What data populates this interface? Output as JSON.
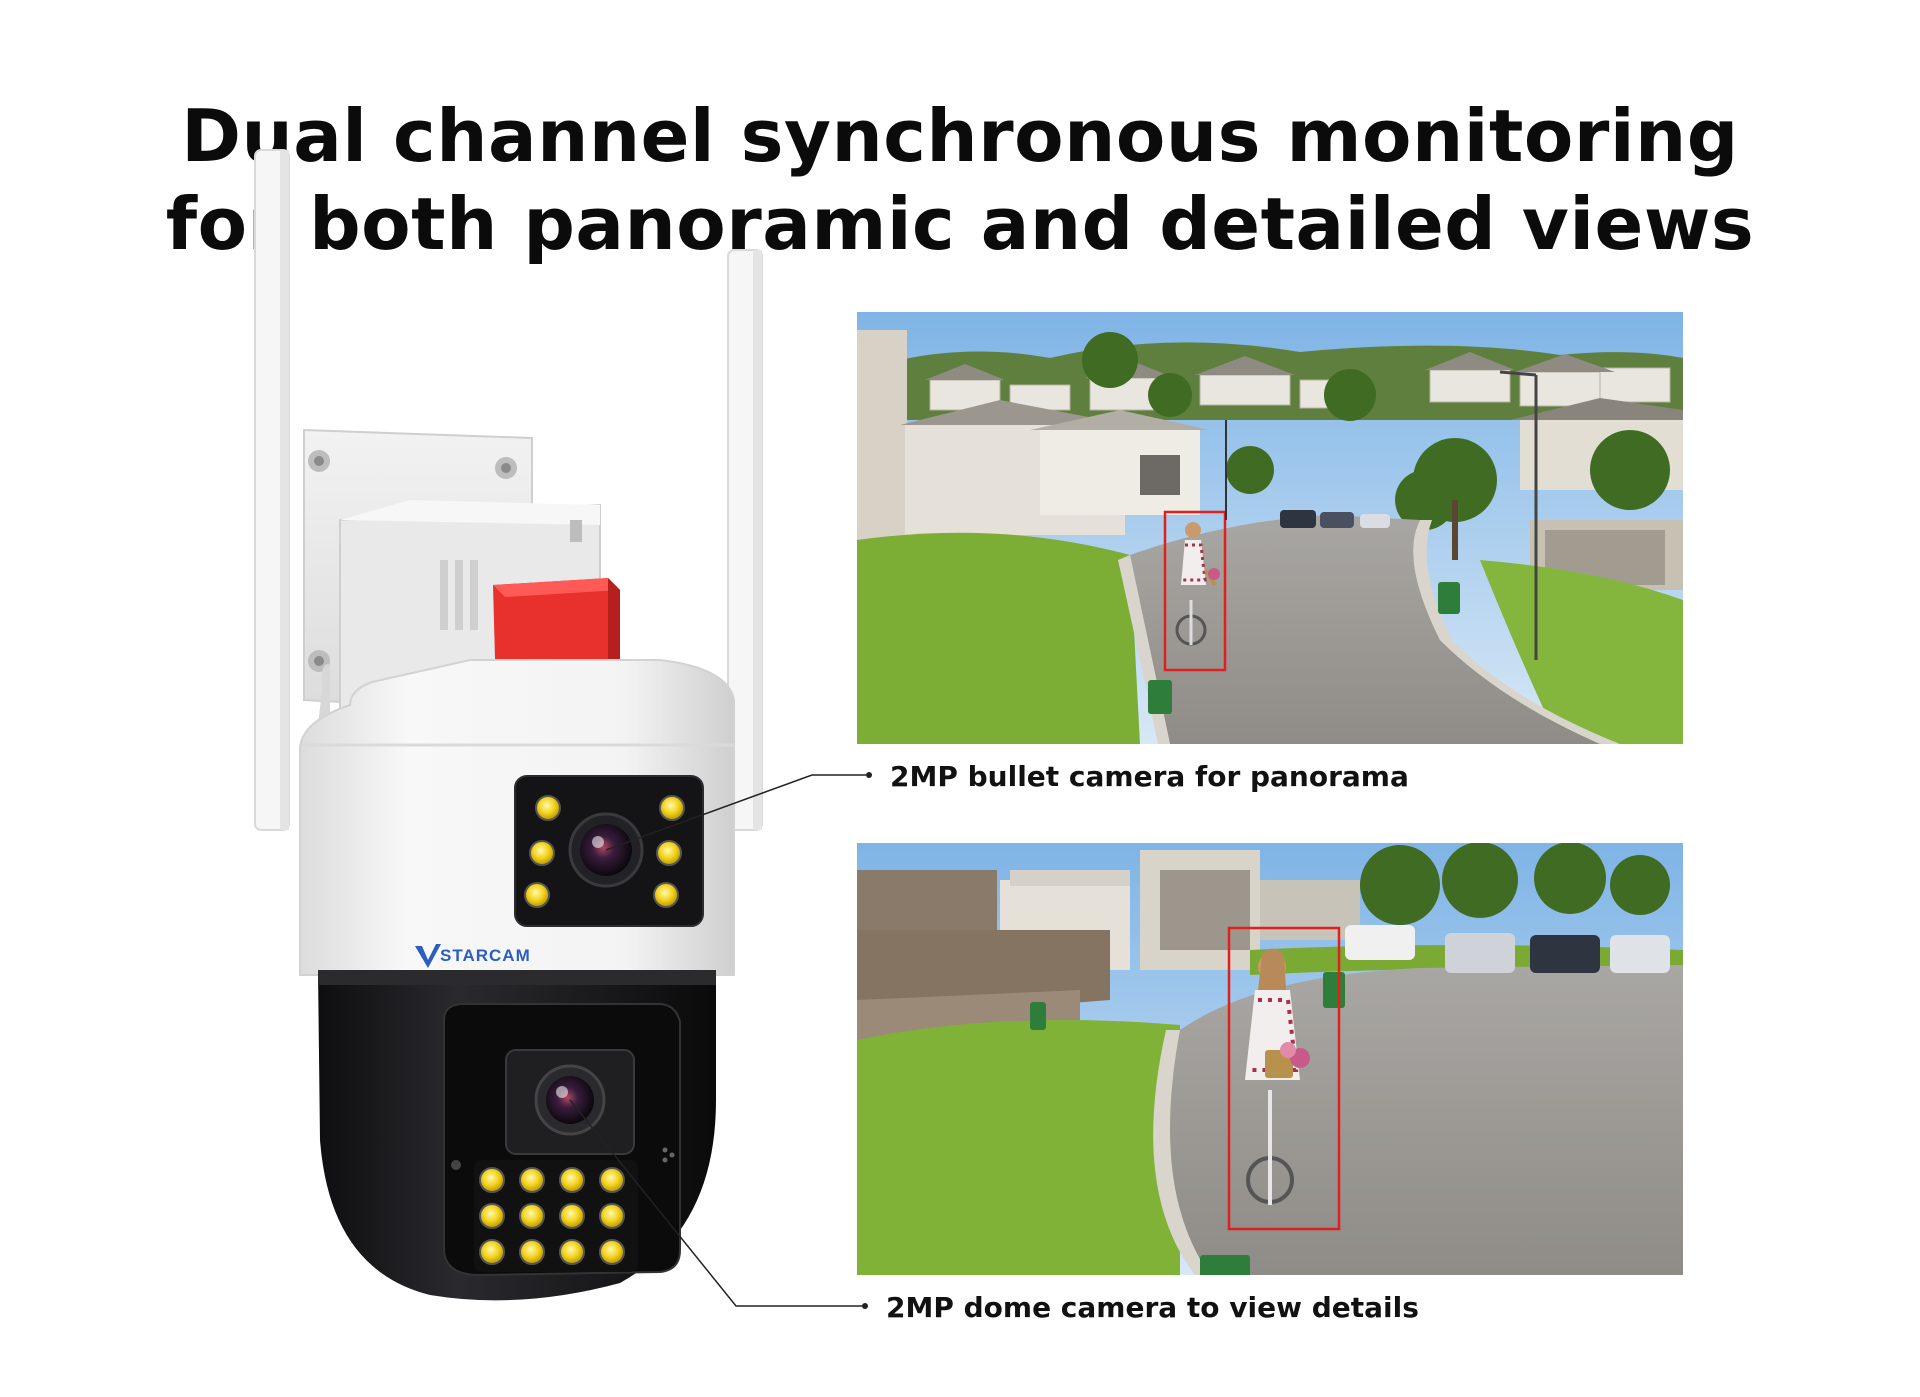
{
  "headline": {
    "line1": "Dual channel synchronous monitoring",
    "line2": "for both panoramic and detailed views"
  },
  "brand": {
    "logo_text": "STARCAM",
    "logo_mark": "V"
  },
  "callouts": {
    "bullet_camera": "2MP bullet camera for panorama",
    "dome_camera": "2MP dome camera to view details"
  },
  "colors": {
    "detection_box": "#e0201f",
    "mount_clip": "#e8302d",
    "camera_body": "#f4f4f4",
    "dome": "#1c1c1e",
    "ir_led": "#f3d21a"
  }
}
